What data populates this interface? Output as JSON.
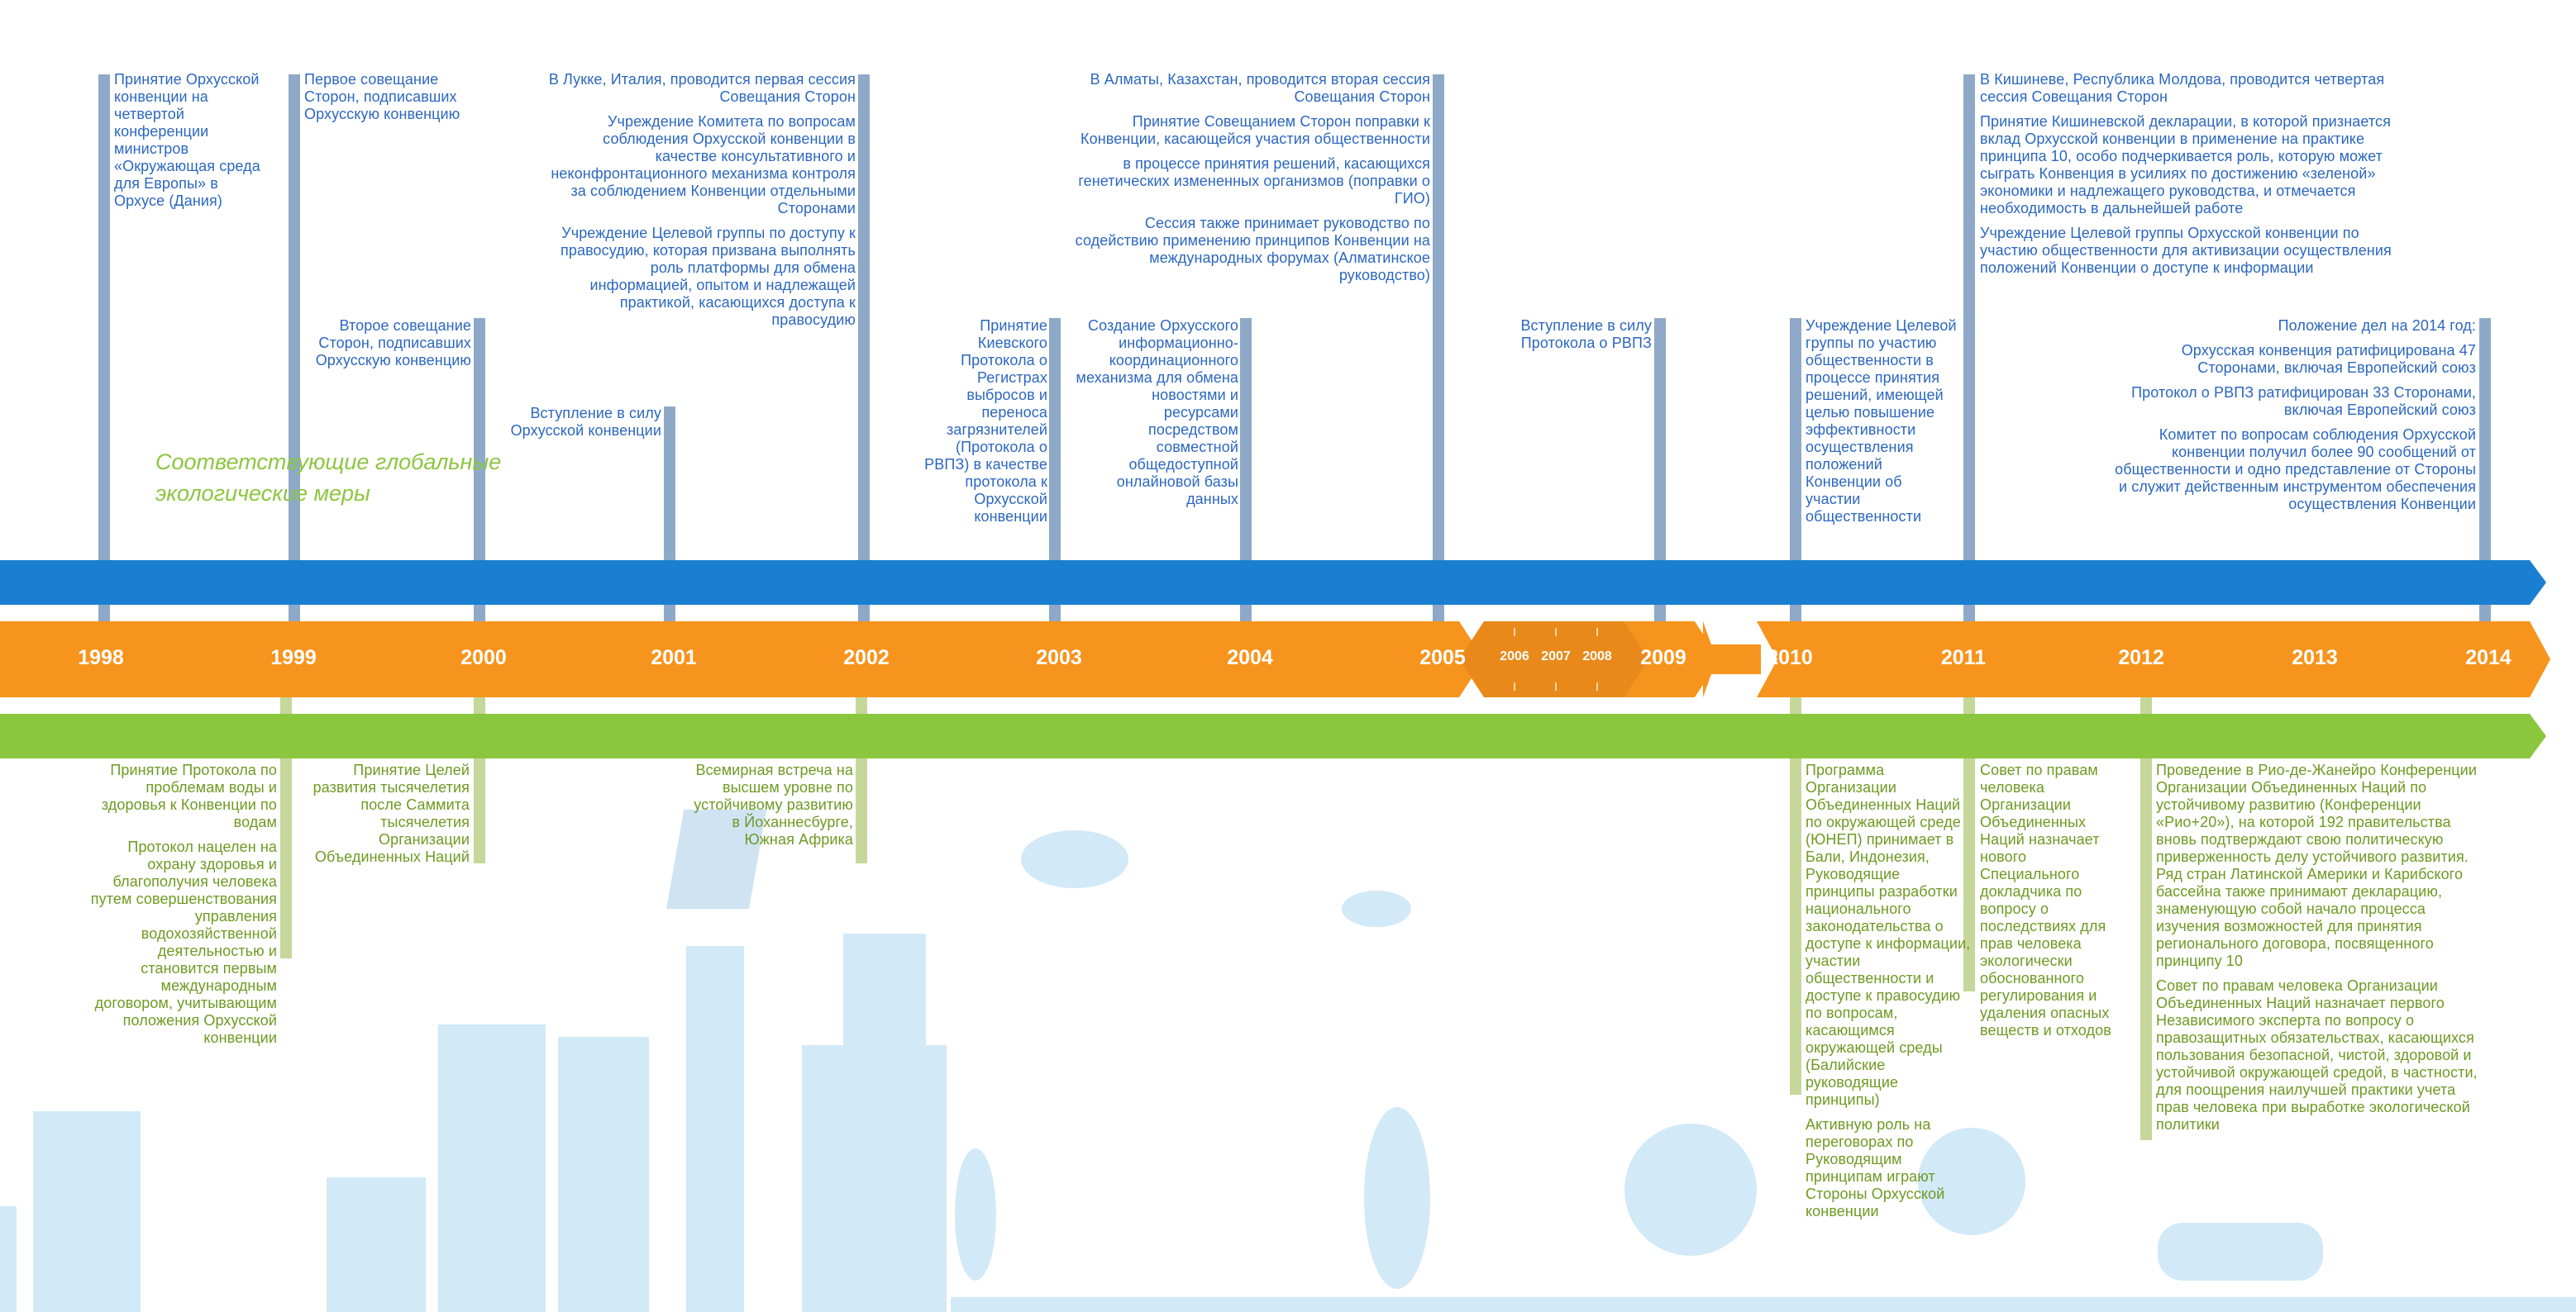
{
  "colors": {
    "blue_bar": "#1a7fd0",
    "orange_bar": "#f7941d",
    "green_bar": "#8cc63f",
    "top_stalk": "#8ea9c8",
    "bottom_stalk": "#c5d79a",
    "top_text": "#2b67c0",
    "bottom_text": "#6f9a22",
    "skyline": "#d2e9f7"
  },
  "global_label": "Соответствующие глобальные экологические меры",
  "timeline": {
    "years": [
      "1998",
      "1999",
      "2000",
      "2001",
      "2002",
      "2003",
      "2004",
      "2005",
      "2009",
      "2010",
      "2011",
      "2012",
      "2013",
      "2014"
    ],
    "gap_years": [
      "2006",
      "2007",
      "2008"
    ]
  },
  "top_events": [
    {
      "id": "e1998",
      "year": "1998",
      "paragraphs": [
        "Принятие Орхусской конвенции на четвертой конференции министров «Окружающая среда для Европы» в Орхусе (Дания)"
      ]
    },
    {
      "id": "e1999",
      "year": "1999",
      "paragraphs": [
        "Первое совещание Сторон, подписавших Орхусскую конвенцию"
      ]
    },
    {
      "id": "e2000",
      "year": "2000",
      "paragraphs": [
        "Второе совещание Сторон, подписавших Орхусскую конвенцию"
      ]
    },
    {
      "id": "e2001",
      "year": "2001",
      "paragraphs": [
        "Вступление в силу Орхусской конвенции"
      ]
    },
    {
      "id": "e2002",
      "year": "2002",
      "paragraphs": [
        "В Лукке, Италия, проводится первая сессия Совещания Сторон",
        "Учреждение Комитета по вопросам соблюдения Орхусской конвенции в качестве консультативного и неконфронтационного механизма контроля за соблюдением Конвенции отдельными Сторонами",
        "Учреждение Целевой группы по доступу к правосудию, которая призвана выполнять роль платформы для обмена информацией, опытом и надлежащей практикой, касающихся доступа к правосудию"
      ]
    },
    {
      "id": "e2003",
      "year": "2003",
      "paragraphs": [
        "Принятие Киевского Протокола о Регистрах выбросов и переноса загрязнителей (Протокола о РВПЗ) в качестве протокола к Орхусской конвенции"
      ]
    },
    {
      "id": "e2004",
      "year": "2004",
      "paragraphs": [
        "Создание Орхусского информационно-координационного механизма для обмена новостями и ресурсами посредством совместной общедоступной онлайновой базы данных"
      ]
    },
    {
      "id": "e2005",
      "year": "2005",
      "paragraphs": [
        "В Алматы, Казахстан, проводится вторая сессия Совещания Сторон",
        "Принятие Совещанием Сторон поправки к Конвенции, касающейся участия общественности",
        "в процессе принятия решений, касающихся генетических измененных организмов (поправки о ГИО)",
        "Сессия также принимает руководство по содействию применению принципов Конвенции на международных форумах (Алматинское руководство)"
      ]
    },
    {
      "id": "e2009",
      "year": "2009",
      "paragraphs": [
        "Вступление в силу Протокола о РВПЗ"
      ]
    },
    {
      "id": "e2010",
      "year": "2010",
      "paragraphs": [
        "Учреждение Целевой группы по участию общественности в процессе принятия решений, имеющей целью повышение эффективности осуществления положений Конвенции об участии общественности"
      ]
    },
    {
      "id": "e2011",
      "year": "2011",
      "paragraphs": [
        "В Кишиневе, Республика Молдова, проводится четвертая сессия Совещания Сторон",
        "Принятие Кишиневской декларации, в которой признается вклад Орхусской конвенции в применение на практике принципа 10, особо подчеркивается роль, которую может сыграть Конвенция в усилиях по достижению «зеленой» экономики и надлежащего руководства, и отмечается необходимость в дальнейшей работе",
        "Учреждение Целевой группы Орхусской конвенции по участию общественности для активизации осуществления положений Конвенции о доступе к информации"
      ]
    },
    {
      "id": "e2014",
      "year": "2014",
      "paragraphs": [
        "Положение дел на 2014 год:",
        "Орхусская конвенция ратифицирована 47 Сторонами, включая Европейский союз",
        "Протокол о РВПЗ ратифицирован 33 Сторонами, включая Европейский союз",
        "Комитет по вопросам соблюдения Орхусской конвенции получил более 90 сообщений от общественности и одно представление от Стороны и служит действенным инструментом обеспечения осуществления Конвенции"
      ]
    }
  ],
  "bottom_events": [
    {
      "id": "g1999",
      "year": "1999",
      "paragraphs": [
        "Принятие Протокола по проблемам воды и здоровья к Конвенции по водам",
        "Протокол нацелен на охрану здоровья и благополучия человека путем совершенствования управления водохозяйственной деятельностью и становится первым международным договором, учитывающим положения Орхусской конвенции"
      ]
    },
    {
      "id": "g2000",
      "year": "2000",
      "paragraphs": [
        "Принятие Целей развития тысячелетия после Саммита тысячелетия Организации Объединенных Наций"
      ]
    },
    {
      "id": "g2002",
      "year": "2002",
      "paragraphs": [
        "Всемирная встреча на высшем уровне по устойчивому развитию в Йоханнесбурге, Южная Африка"
      ]
    },
    {
      "id": "g2010",
      "year": "2010",
      "paragraphs": [
        "Программа Организации Объединенных Наций по окружающей среде (ЮНЕП) принимает в Бали, Индонезия, Руководящие принципы разработки национального законодательства о доступе к информации, участии общественности и доступе к правосудию по вопросам, касающимся окружающей среды (Балийские руководящие принципы)",
        "Активную роль на переговорах по Руководящим принципам играют Стороны Орхусской конвенции"
      ]
    },
    {
      "id": "g2011",
      "year": "2011",
      "paragraphs": [
        "Совет по правам человека Организации Объединенных Наций назначает нового Специального докладчика по вопросу о последствиях для прав человека экологически обоснованного регулирования и удаления опасных веществ и отходов"
      ]
    },
    {
      "id": "g2012",
      "year": "2012",
      "paragraphs": [
        "Проведение в Рио-де-Жанейро Конференции Организации Объединенных Наций по устойчивому развитию (Конференции «Рио+20»), на которой 192 правительства вновь подтверждают свою политическую приверженность делу устойчивого развития. Ряд стран Латинской Америки и Карибского бассейна также принимают декларацию, знаменующую собой начало процесса изучения возможностей для принятия регионального договора, посвященного принципу 10",
        "Совет по правам человека Организации Объединенных Наций назначает первого Независимого эксперта по вопросу о правозащитных обязательствах, касающихся пользования безопасной, чистой, здоровой и устойчивой окружающей средой, в частности, для поощрения наилучшей практики учета прав человека при выработке экологической политики"
      ]
    }
  ]
}
